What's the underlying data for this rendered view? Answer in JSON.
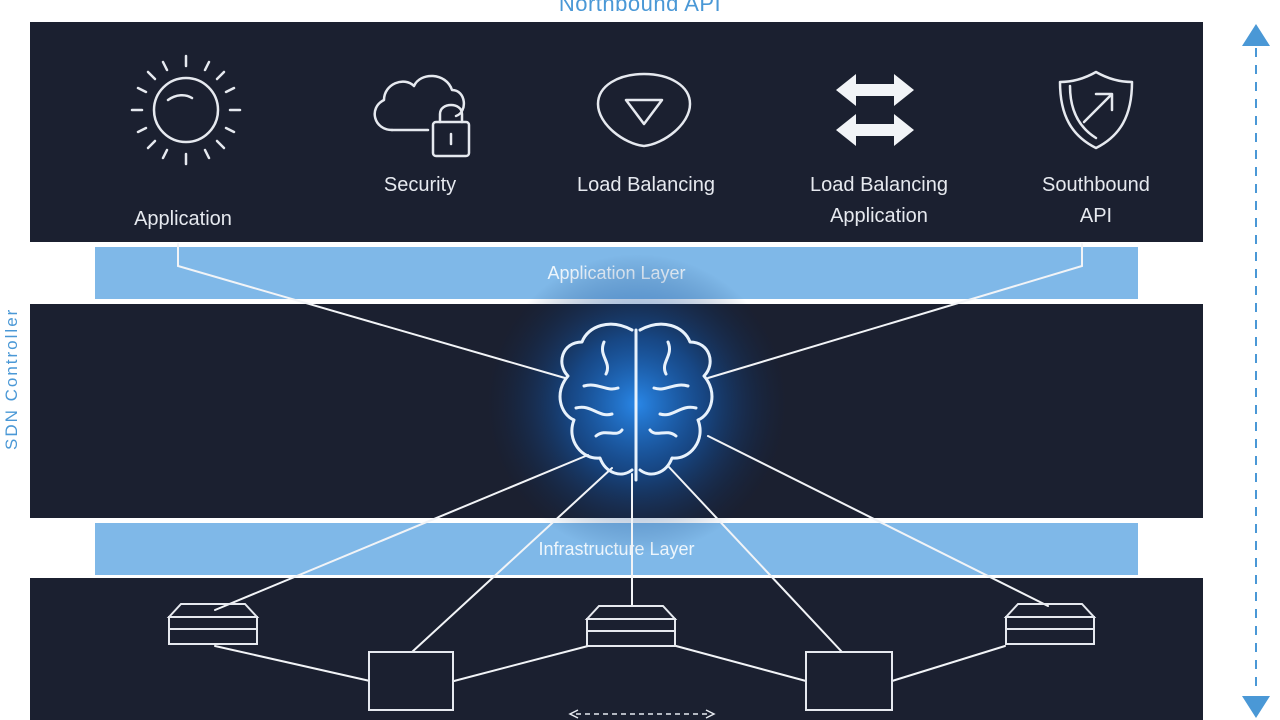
{
  "diagram": {
    "top_label": "Northbound API",
    "side_label": "SDN Controller",
    "apps": [
      {
        "name": "application",
        "label": "Application"
      },
      {
        "name": "security",
        "label": "Security"
      },
      {
        "name": "load-balancing",
        "label": "Load Balancing"
      },
      {
        "name": "load-balancing-application",
        "label": "Load Balancing\nApplication"
      },
      {
        "name": "southbound-api",
        "label": "Southbound\nAPI"
      }
    ],
    "north_bar_label": "Application Layer",
    "south_bar_label": "Infrastructure Layer",
    "center_icon": "brain-icon",
    "colors": {
      "band": "#1b2030",
      "bar": "#7fb8e8",
      "accent": "#4a98d6",
      "glow": "#1e7fe0",
      "line": "#f2f4f7"
    }
  }
}
